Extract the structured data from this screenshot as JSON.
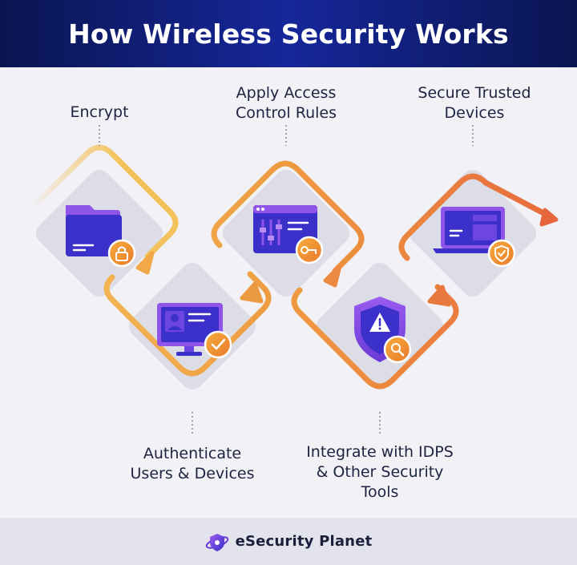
{
  "title": "How Wireless Security Works",
  "steps": {
    "encrypt": "Encrypt",
    "authenticate": [
      "Authenticate",
      "Users & Devices"
    ],
    "access": [
      "Apply Access",
      "Control Rules"
    ],
    "idps": [
      "Integrate with IDPS",
      "& Other Security",
      "Tools"
    ],
    "devices": [
      "Secure Trusted",
      "Devices"
    ]
  },
  "icons": {
    "encrypt": "folder-lock-icon",
    "authenticate": "monitor-user-badge-icon",
    "access": "control-panel-key-icon",
    "idps": "shield-alert-search-icon",
    "devices": "laptop-shield-icon"
  },
  "brand": "eSecurity Planet",
  "colors": {
    "header_bg": "#0d1a6b",
    "page_bg": "#f1f1f6",
    "tile": "#dcdde7",
    "flow_start": "#f2b84a",
    "flow_end": "#e8683e",
    "icon_purple": "#3a2fc8",
    "icon_violet": "#8e4fe0",
    "badge_orange": "#f0902e"
  }
}
